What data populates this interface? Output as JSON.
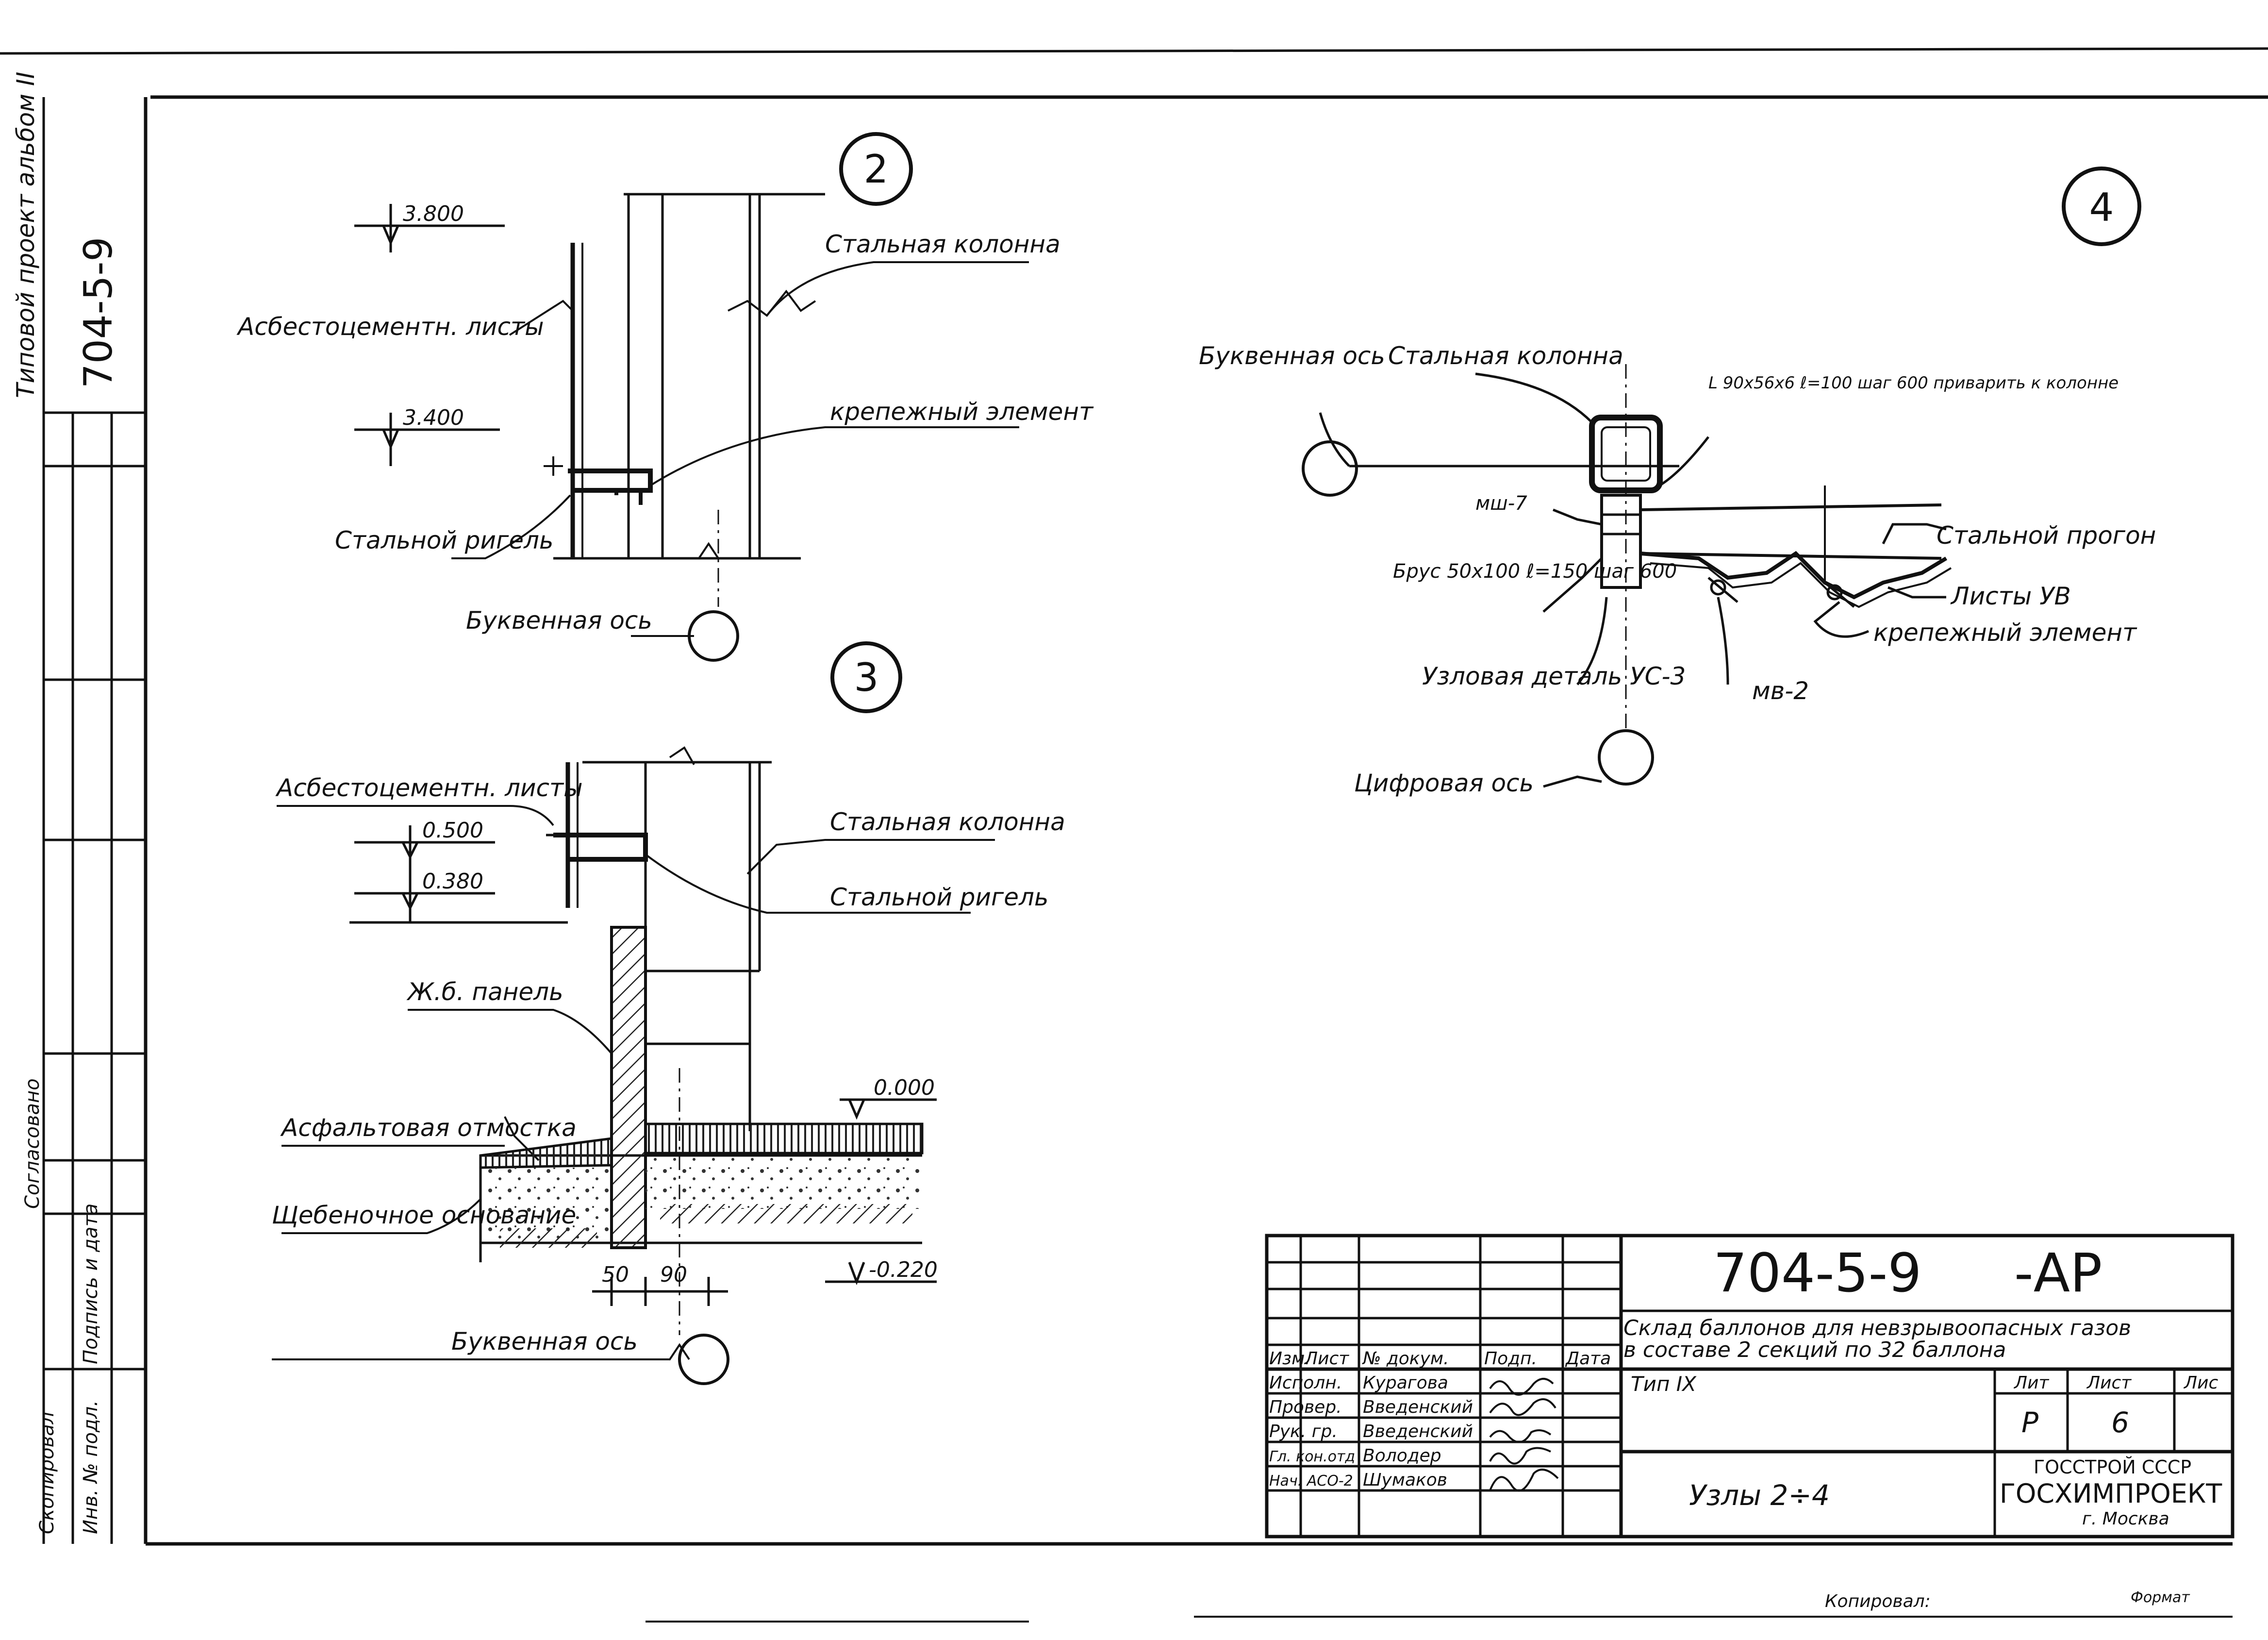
{
  "side_stamp": {
    "title": "Типовой проект альбом II",
    "code": "704-5-9",
    "agreed": "Согласовано",
    "signature_date": "Подпись и дата",
    "inv_no": "Инв. № подл.",
    "copied": "Скопировал"
  },
  "node2": {
    "number": "2",
    "elev_top": "3.800",
    "elev_mid": "3.400",
    "steel_column": "Стальная колонна",
    "asbestos": "Асбестоцементн. листы",
    "fastener": "крепежный элемент",
    "steel_girder": "Стальной ригель",
    "letter_axis": "Буквенная ось"
  },
  "node3": {
    "number": "3",
    "asbestos": "Асбестоцементн. листы",
    "elev_1": "0.500",
    "elev_2": "0.380",
    "steel_column": "Стальная колонна",
    "steel_girder": "Стальной ригель",
    "rc_panel": "Ж.б. панель",
    "asphalt": "Асфальтовая отмостка",
    "gravel": "Щебеночное основание",
    "elev_floor": "0.000",
    "elev_bottom": "-0.220",
    "dim_a": "50",
    "dim_b": "90",
    "letter_axis": "Буквенная ось"
  },
  "node4": {
    "number": "4",
    "letter_axis": "Буквенная ось",
    "steel_column": "Стальная колонна",
    "angle_note": "L 90x56x6 ℓ=100 шаг 600 приварить к колонне",
    "mark_mn7": "мш-7",
    "beam": "Брус 50x100 ℓ=150 шаг 600",
    "steel_purlin": "Стальной прогон",
    "sheets": "Листы УВ",
    "fastener": "крепежный элемент",
    "node_detail": "Узловая деталь УС-3",
    "mark_mv2": "мв-2",
    "digital_axis": "Цифровая ось"
  },
  "title_block": {
    "code": "704-5-9",
    "suffix": "-АР",
    "desc_1": "Склад баллонов для невзрывоопасных газов",
    "desc_2": "в составе 2 секций по 32 баллона",
    "type": "Тип IX",
    "sheet_title": "Узлы 2÷4",
    "col_headers": [
      "Изм.",
      "Лист",
      "№ докум.",
      "Подп.",
      "Дата"
    ],
    "roles": [
      {
        "role": "Испoлн.",
        "name": "Курагова"
      },
      {
        "role": "Провер.",
        "name": "Введенский"
      },
      {
        "role": "Рук. гр.",
        "name": "Введенский"
      },
      {
        "role": "Гл. кон.отд",
        "name": "Володер"
      },
      {
        "role": "Нач. АСО-2",
        "name": "Шумаков"
      }
    ],
    "lit_label": "Лит",
    "lit_value": "Р",
    "sheet_label": "Лист",
    "sheet_value": "6",
    "sheets_label": "Лис",
    "org_1": "ГОССТРОЙ СССР",
    "org_2": "ГОСХИМПРОЕКТ",
    "org_3": "г. Москва"
  },
  "footer": {
    "copied": "Копировал:",
    "format": "Формат"
  }
}
